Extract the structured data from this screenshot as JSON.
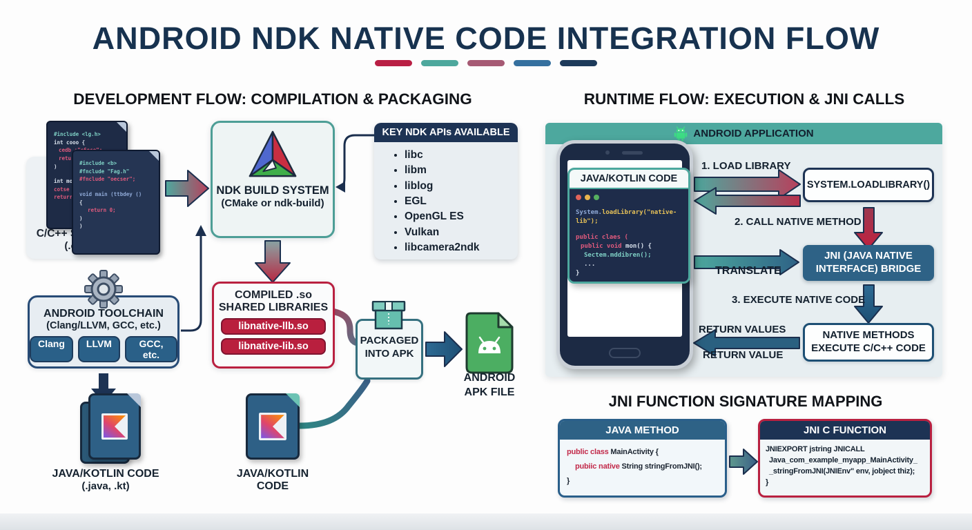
{
  "title": "ANDROID NDK NATIVE CODE INTEGRATION FLOW",
  "accent_dashes": [
    "#b91f44",
    "#4ea89d",
    "#a65a74",
    "#35709f",
    "#1d3a5a"
  ],
  "colors": {
    "navy": "#1d3354",
    "teal": "#4da89e",
    "crimson": "#b92040",
    "steel_blue": "#2e6286"
  },
  "icons": {
    "cmake_logo": "cmake-triangle-logo",
    "gear": "gear-icon",
    "package": "package-box-icon",
    "android_robot": "android-robot-icon",
    "apk_file": "green-apk-file-icon",
    "kotlin_logo": "kotlin-k-logo",
    "code_file": "dark-code-file-icon",
    "window_dots": "traffic-light-dots"
  },
  "dev_flow": {
    "heading": "DEVELOPMENT FLOW: COMPILATION & PACKAGING",
    "source": {
      "label1": "C/C++ SOURCE CODE",
      "label2": "(.cpp, .c, .h)",
      "file1_lines": [
        "#include <lg.h>",
        "int cooo {",
        "cedb +\"c6oce\";",
        "return \"cooot\"",
        ")",
        "int mooc",
        "cotse",
        "returr"
      ],
      "file2_lines": [
        "#include <b>",
        "#fnclude \"Fag.h\"",
        "#fnclude \"oecser\";",
        "void main (ttbdey ()",
        "{",
        "return 0;",
        ")",
        ")"
      ]
    },
    "ndk_build": {
      "title": "NDK BUILD SYSTEM",
      "subtitle": "(CMake or ndk-build)"
    },
    "apis": {
      "heading": "KEY NDK APIs AVAILABLE",
      "items": [
        "libc",
        "libm",
        "liblog",
        "EGL",
        "OpenGL ES",
        "Vulkan",
        "libcamera2ndk"
      ]
    },
    "toolchain": {
      "title": "ANDROID TOOLCHAIN",
      "subtitle": "(Clang/LLVM, GCC, etc.)",
      "badges": [
        "Clang",
        "LLVM",
        "GCC, etc."
      ]
    },
    "compiled": {
      "title1": "COMPILED .so",
      "title2": "SHARED LIBRARIES",
      "libs": [
        "libnative-llb.so",
        "libnative-lib.so"
      ]
    },
    "packaged": {
      "line1": "PACKAGED",
      "line2": "INTO APK"
    },
    "apk": {
      "line1": "ANDROID",
      "line2": "APK FILE"
    },
    "kotlin_left": {
      "line1": "JAVA/KOTLIN CODE",
      "line2": "(.java, .kt)"
    },
    "kotlin_mid": {
      "line1": "JAVA/KOTLIN",
      "line2": "CODE"
    }
  },
  "runtime_flow": {
    "heading": "RUNTIME FLOW: EXECUTION & JNI CALLS",
    "banner": "ANDROID APPLICATION",
    "code_card": {
      "title": "JAVA/KOTLIN CODE",
      "l1a": "System.",
      "l1b": "loadLibrary(\"native-lib\");",
      "l2": "public claes (",
      "l3a": "public void",
      "l3b": " mon() {",
      "l4": "Sectem.mddibren();",
      "l5": "...",
      "l6": "}"
    },
    "step1": "1. LOAD LIBRARY",
    "load_box": "SYSTEM.LOADLIBRARY()",
    "step2": "2. CALL NATIVE METHOD",
    "jni_box1": "JNI (JAVA NATIVE",
    "jni_box2": "INTERFACE) BRIDGE",
    "translate": "TRANSLATE",
    "step3": "3. EXECUTE NATIVE CODE",
    "native_box1": "NATIVE METHODS",
    "native_box2": "EXECUTE C/C++ CODE",
    "return_values": "RETURN VALUES",
    "return_value": "RETURN VALUE"
  },
  "jni_mapping": {
    "heading": "JNI FUNCTION SIGNATURE MAPPING",
    "java_method": {
      "heading": "JAVA METHOD",
      "l1_kw": "public class",
      "l1_rest": " MainActivity {",
      "l2_kw": "pubiic native",
      "l2_rest": " String stringFromJNI();",
      "l3": "}"
    },
    "c_function": {
      "heading": "JNI C FUNCTION",
      "lines": [
        "JNIEXPORT jstring JNICALL",
        "Java_com_example_myapp_MainActivity_",
        "_stringFromJNI(JNIEnv\" env, jobject thiz);",
        "}"
      ]
    }
  }
}
